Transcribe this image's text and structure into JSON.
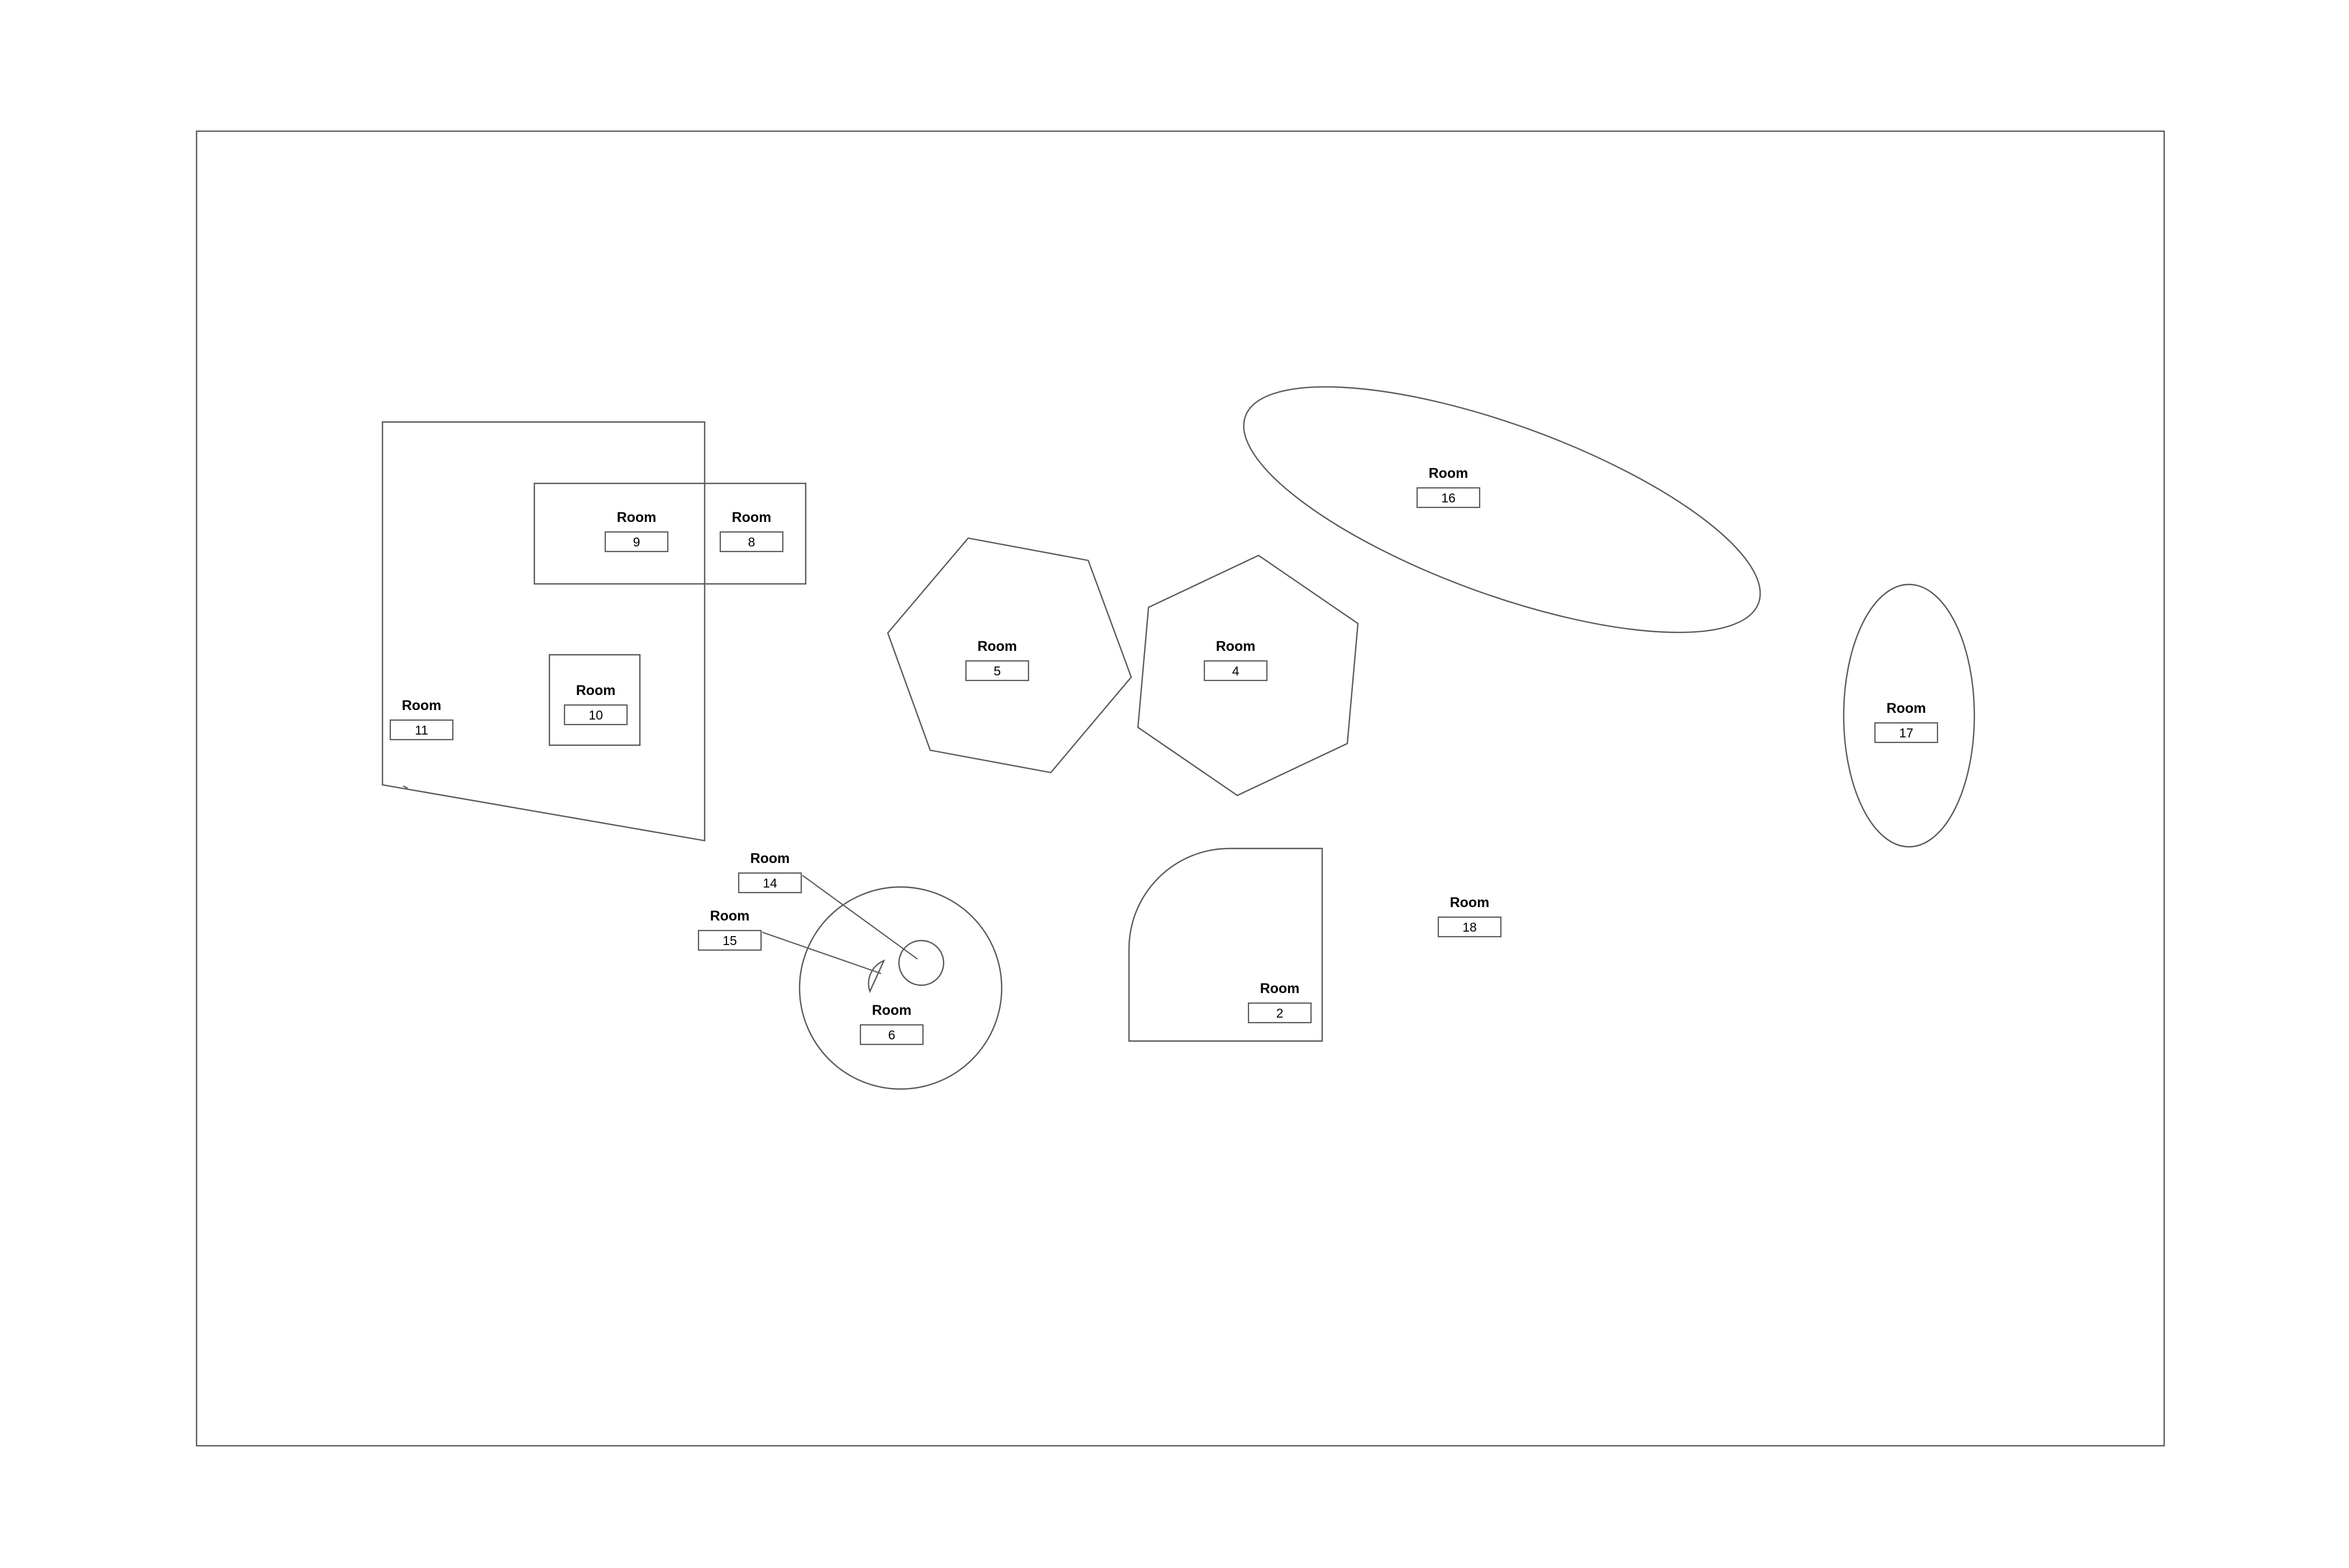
{
  "rooms": [
    {
      "id": "r2",
      "name": "Room",
      "number": "2"
    },
    {
      "id": "r4",
      "name": "Room",
      "number": "4"
    },
    {
      "id": "r5",
      "name": "Room",
      "number": "5"
    },
    {
      "id": "r6",
      "name": "Room",
      "number": "6"
    },
    {
      "id": "r8",
      "name": "Room",
      "number": "8"
    },
    {
      "id": "r9",
      "name": "Room",
      "number": "9"
    },
    {
      "id": "r10",
      "name": "Room",
      "number": "10"
    },
    {
      "id": "r11",
      "name": "Room",
      "number": "11"
    },
    {
      "id": "r14",
      "name": "Room",
      "number": "14"
    },
    {
      "id": "r15",
      "name": "Room",
      "number": "15"
    },
    {
      "id": "r16",
      "name": "Room",
      "number": "16"
    },
    {
      "id": "r17",
      "name": "Room",
      "number": "17"
    },
    {
      "id": "r18",
      "name": "Room",
      "number": "18"
    }
  ]
}
